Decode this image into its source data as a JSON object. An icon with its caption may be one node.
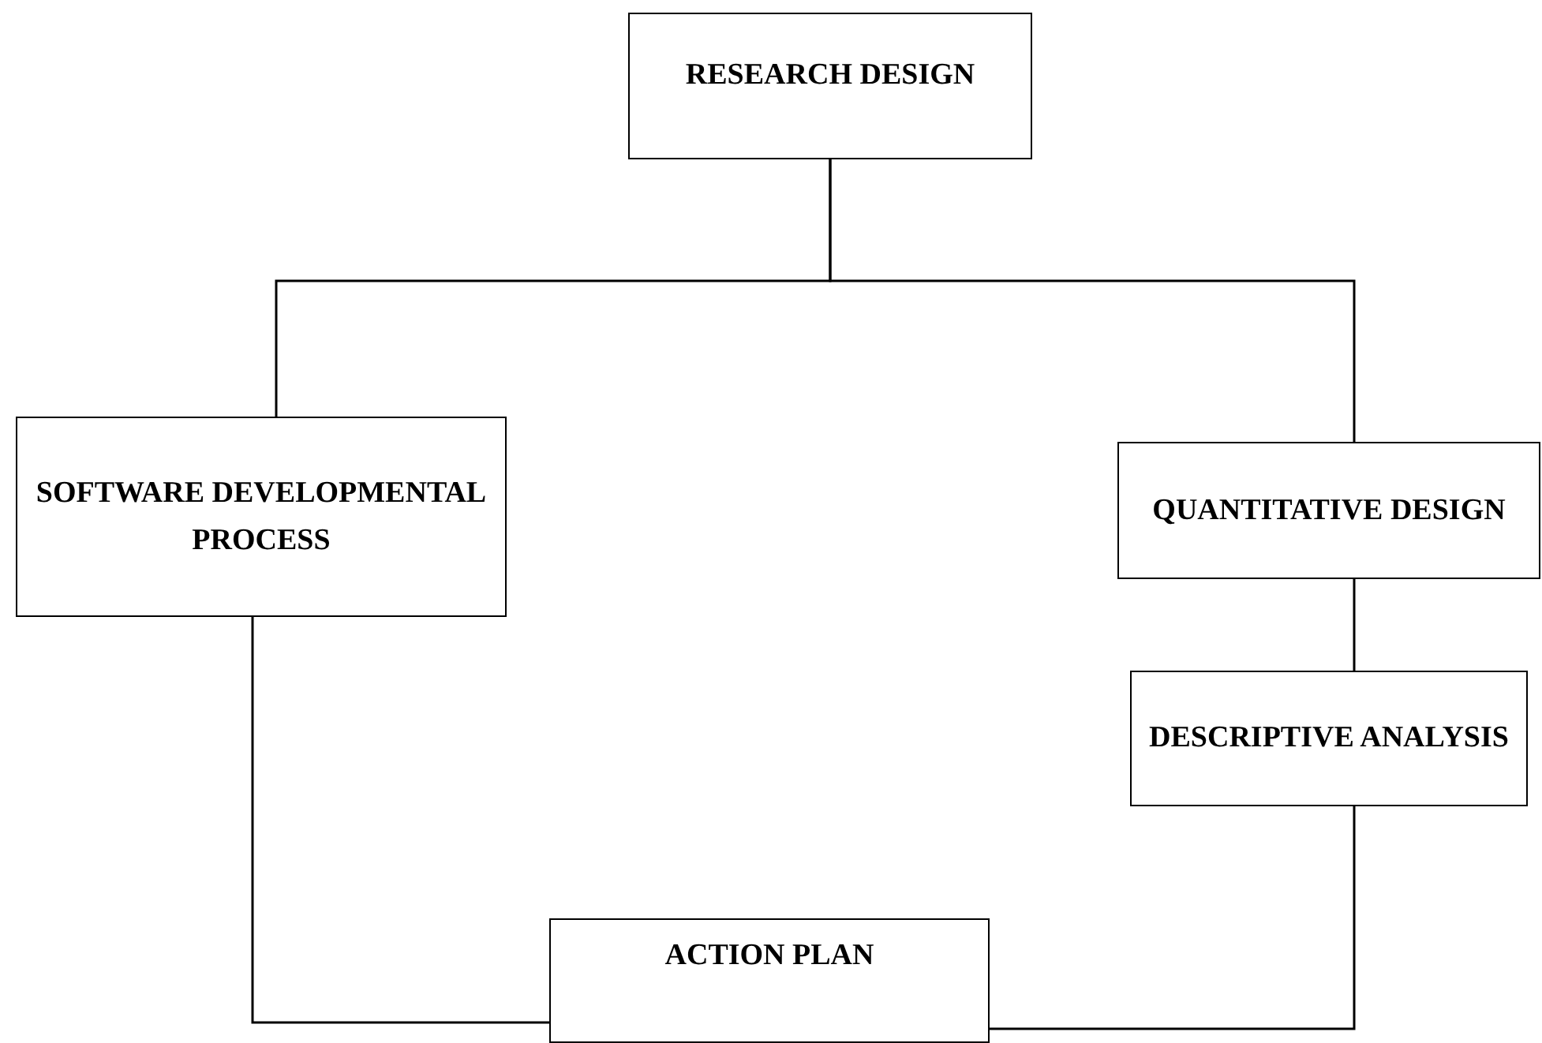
{
  "diagram": {
    "nodes": [
      {
        "text": [
          "RESEARCH DESIGN"
        ]
      },
      {
        "text": [
          "SOFTWARE DEVELOPMENTAL PROCESS"
        ]
      },
      {
        "text": [
          "QUANTITATIVE DESIGN"
        ]
      },
      {
        "text": [
          "DESCRIPTIVE ANALYSIS"
        ]
      },
      {
        "text": [
          "ACTION PLAN"
        ]
      }
    ],
    "edges": [
      {
        "from": 0,
        "to": 1,
        "arrow": "none"
      },
      {
        "from": 0,
        "to": 2,
        "arrow": "none"
      },
      {
        "from": 2,
        "to": 3,
        "arrow": "none"
      },
      {
        "from": 1,
        "to": 4,
        "arrow": "none"
      },
      {
        "from": 3,
        "to": 4,
        "arrow": "none"
      }
    ]
  }
}
